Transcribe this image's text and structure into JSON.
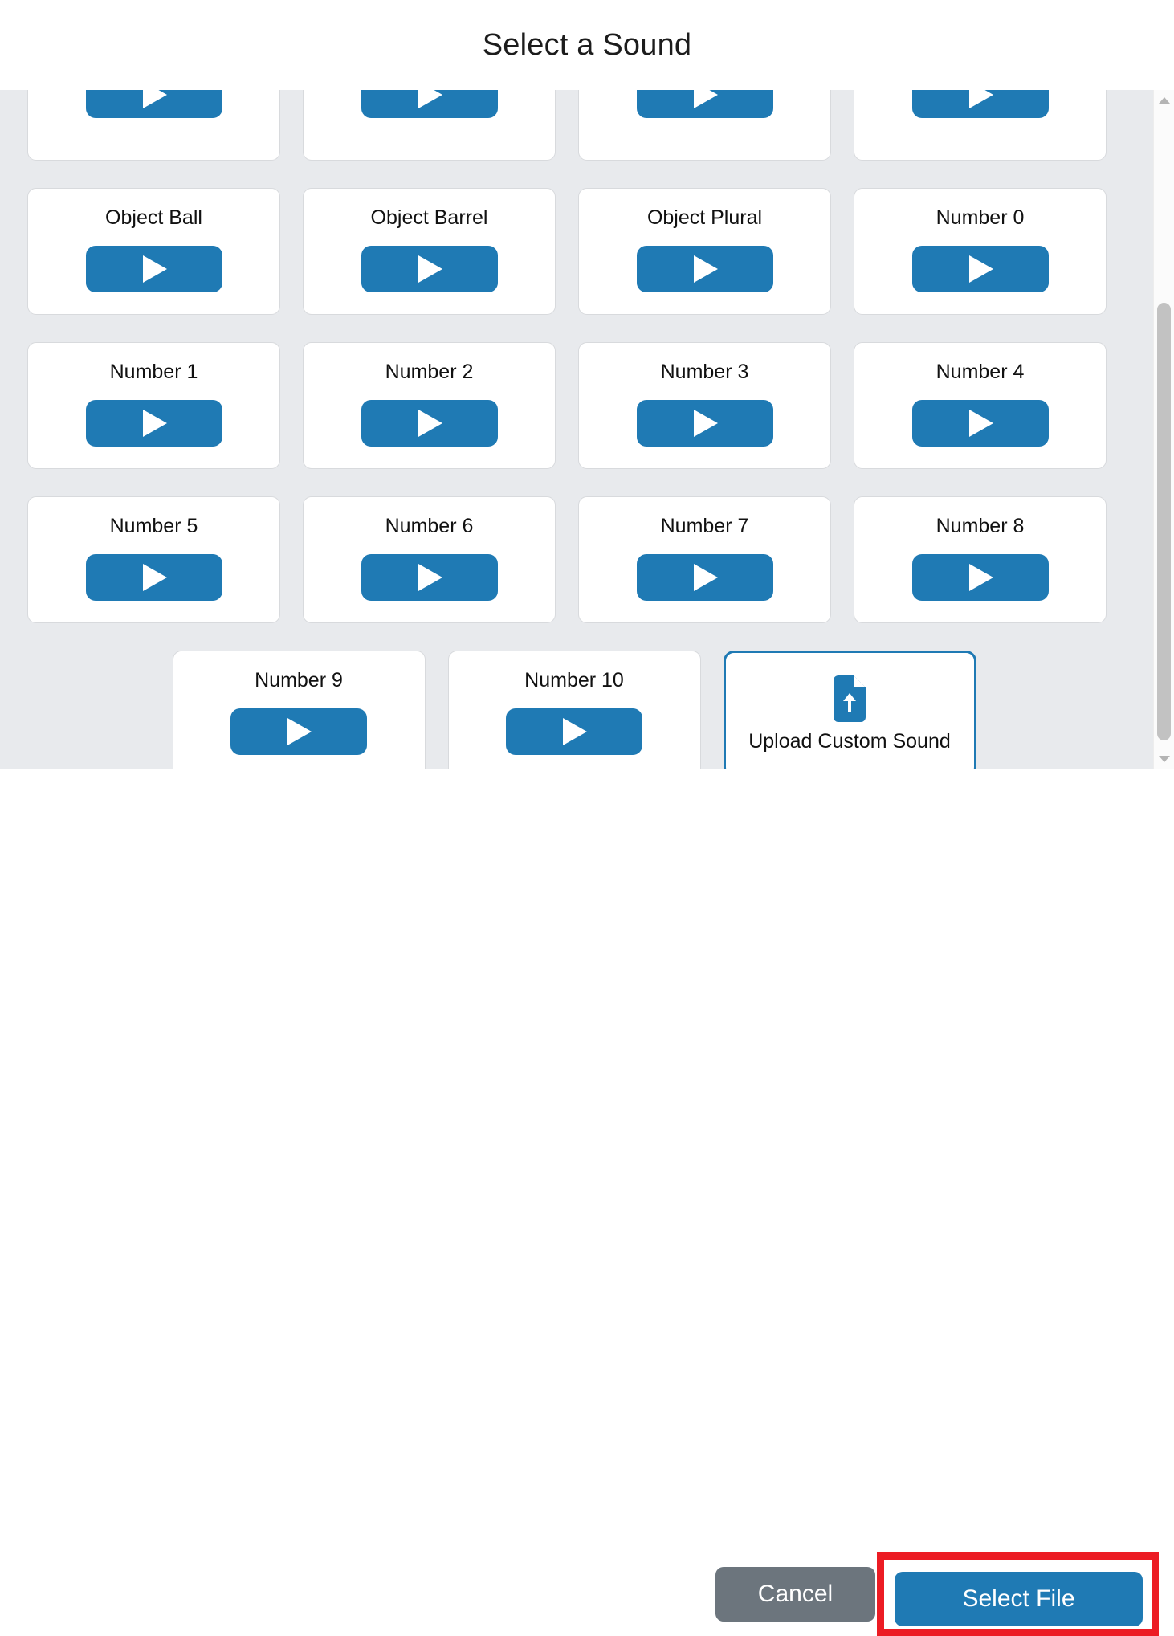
{
  "dialog": {
    "title": "Select a Sound"
  },
  "sounds": [
    {
      "label": "Object Ball",
      "clipped": false
    },
    {
      "label": "Object Barrel",
      "clipped": false
    },
    {
      "label": "Object Plural",
      "clipped": false
    },
    {
      "label": "Number 0",
      "clipped": false
    },
    {
      "label": "Number 1",
      "clipped": false
    },
    {
      "label": "Number 2",
      "clipped": false
    },
    {
      "label": "Number 3",
      "clipped": false
    },
    {
      "label": "Number 4",
      "clipped": false
    },
    {
      "label": "Number 5",
      "clipped": false
    },
    {
      "label": "Number 6",
      "clipped": false
    },
    {
      "label": "Number 7",
      "clipped": false
    },
    {
      "label": "Number 8",
      "clipped": false
    },
    {
      "label": "Number 9",
      "clipped": false
    },
    {
      "label": "Number 10",
      "clipped": false
    }
  ],
  "clipped_row": [
    {
      "label": ""
    },
    {
      "label": ""
    },
    {
      "label": ""
    },
    {
      "label": ""
    }
  ],
  "upload": {
    "label": "Upload Custom Sound",
    "icon": "file-upload-icon",
    "selected": true
  },
  "scrollbar": {
    "up_arrow": "chevron-up-icon",
    "down_arrow": "chevron-down-icon"
  },
  "footer": {
    "cancel_label": "Cancel",
    "select_file_label": "Select File"
  },
  "colors": {
    "accent_blue": "#1f7ab4",
    "cancel_gray": "#6c757d",
    "highlight_red": "#ec1c24",
    "scroll_area_bg": "#e8eaed",
    "card_bg": "#ffffff",
    "card_border": "#d8dadd"
  }
}
